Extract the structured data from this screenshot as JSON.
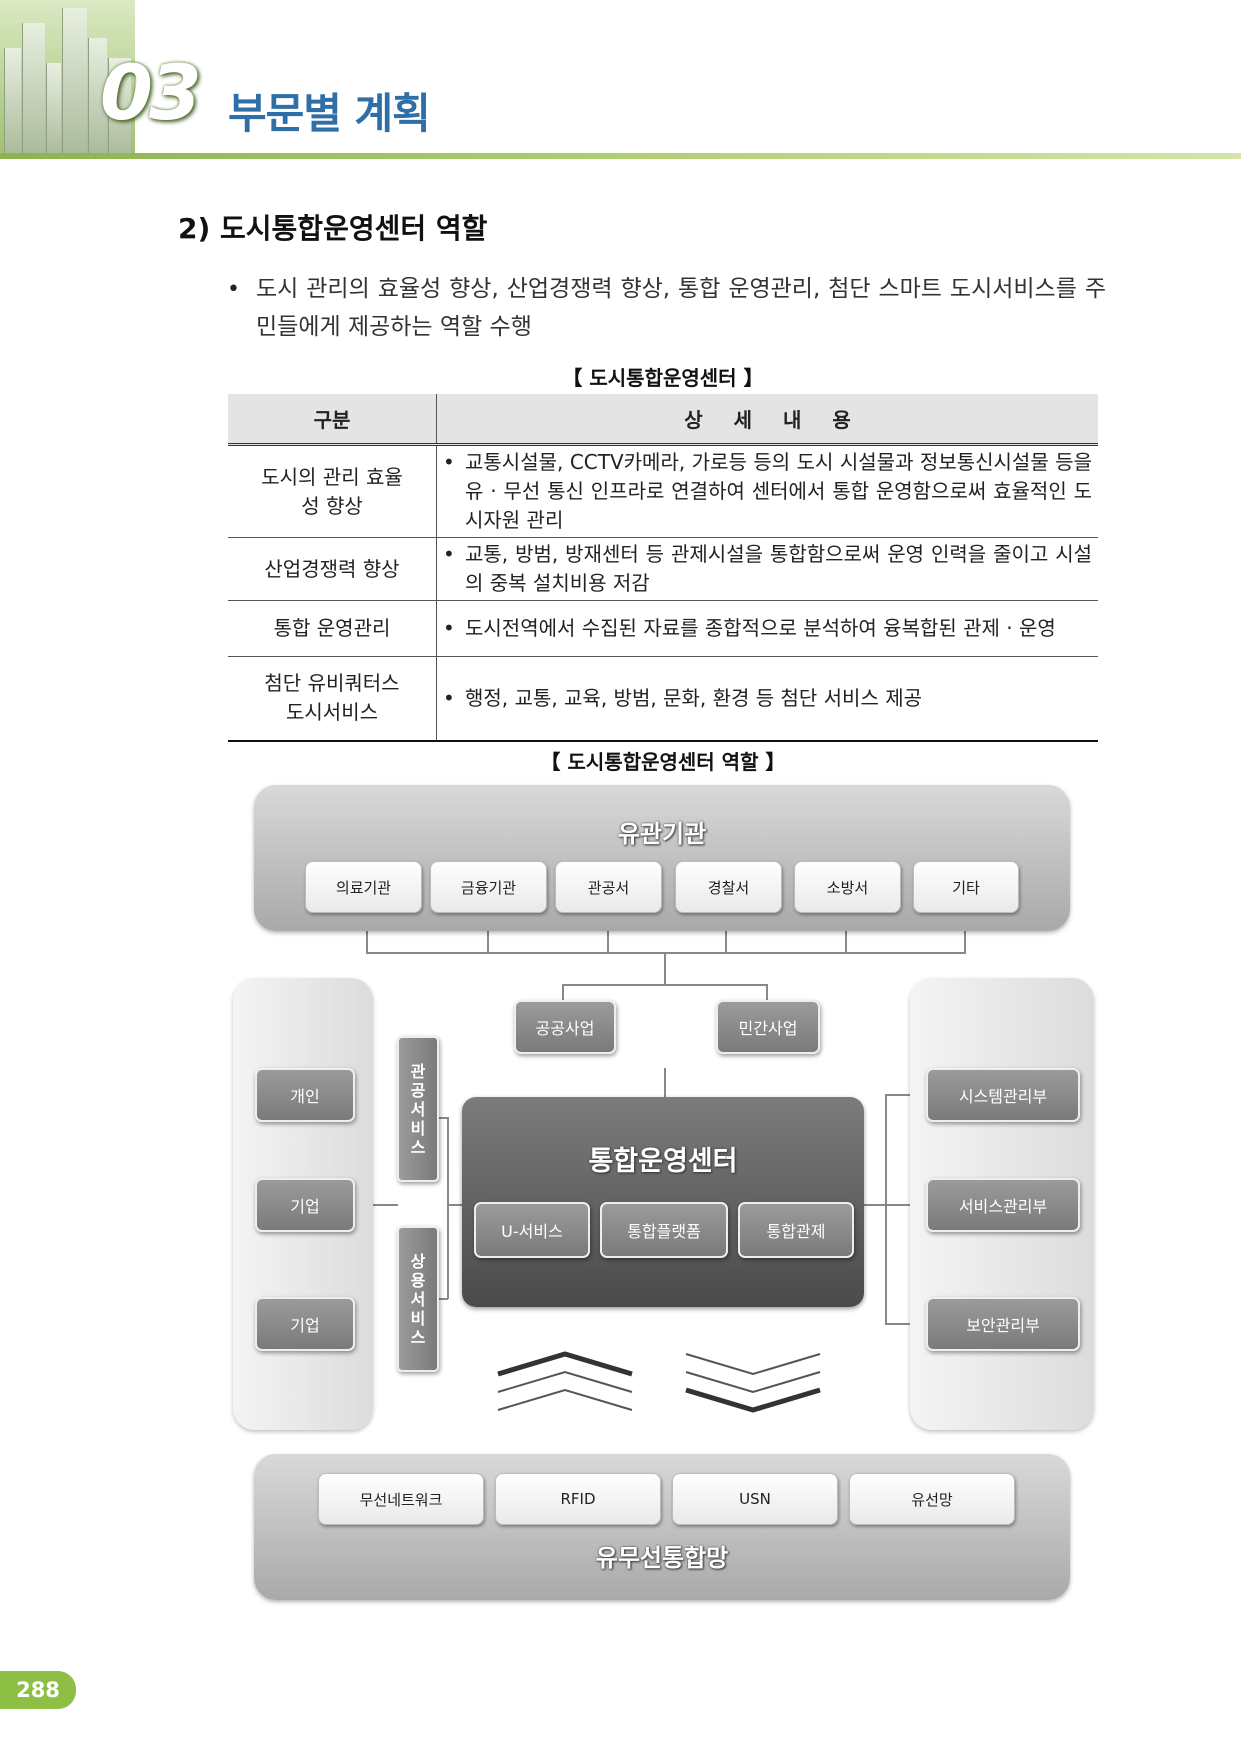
{
  "header": {
    "chapter_number": "03",
    "chapter_title": "부문별 계획"
  },
  "section": {
    "title": "2) 도시통합운영센터 역할",
    "intro": "도시 관리의 효율성 향상, 산업경쟁력 향상, 통합 운영관리, 첨단 스마트 도시서비스를 주민들에게 제공하는 역할 수행"
  },
  "table": {
    "caption": "【 도시통합운영센터 】",
    "headers": [
      "구분",
      "상 세 내 용"
    ],
    "rows": [
      {
        "category": "도시의 관리 효율성 향상",
        "detail": "교통시설물, CCTV카메라, 가로등 등의 도시 시설물과 정보통신시설물 등을 유 · 무선 통신 인프라로 연결하여 센터에서 통합 운영함으로써 효율적인 도시자원 관리"
      },
      {
        "category": "산업경쟁력 향상",
        "detail": "교통, 방범, 방재센터 등 관제시설을 통합함으로써 운영 인력을 줄이고 시설의 중복 설치비용 저감"
      },
      {
        "category": "통합 운영관리",
        "detail": "도시전역에서 수집된 자료를 종합적으로 분석하여 융복합된 관제 · 운영"
      },
      {
        "category": "첨단 유비쿼터스 도시서비스",
        "detail": "행정, 교통, 교육, 방범, 문화, 환경 등 첨단 서비스 제공"
      }
    ]
  },
  "diagram": {
    "caption": "【 도시통합운영센터 역할 】",
    "agencies": {
      "title": "유관기관",
      "items": [
        "의료기관",
        "금융기관",
        "관공서",
        "경찰서",
        "소방서",
        "기타"
      ]
    },
    "projects": [
      "공공사업",
      "민간사업"
    ],
    "users": [
      "개인",
      "기업",
      "기업"
    ],
    "services_vertical": [
      "관공서비스",
      "상용서비스"
    ],
    "center": {
      "title": "통합운영센터",
      "items": [
        "U-서비스",
        "통합플랫폼",
        "통합관제"
      ]
    },
    "departments": [
      "시스템관리부",
      "서비스관리부",
      "보안관리부"
    ],
    "network": {
      "title": "유무선통합망",
      "items": [
        "무선네트워크",
        "RFID",
        "USN",
        "유선망"
      ]
    }
  },
  "page_number": "288"
}
